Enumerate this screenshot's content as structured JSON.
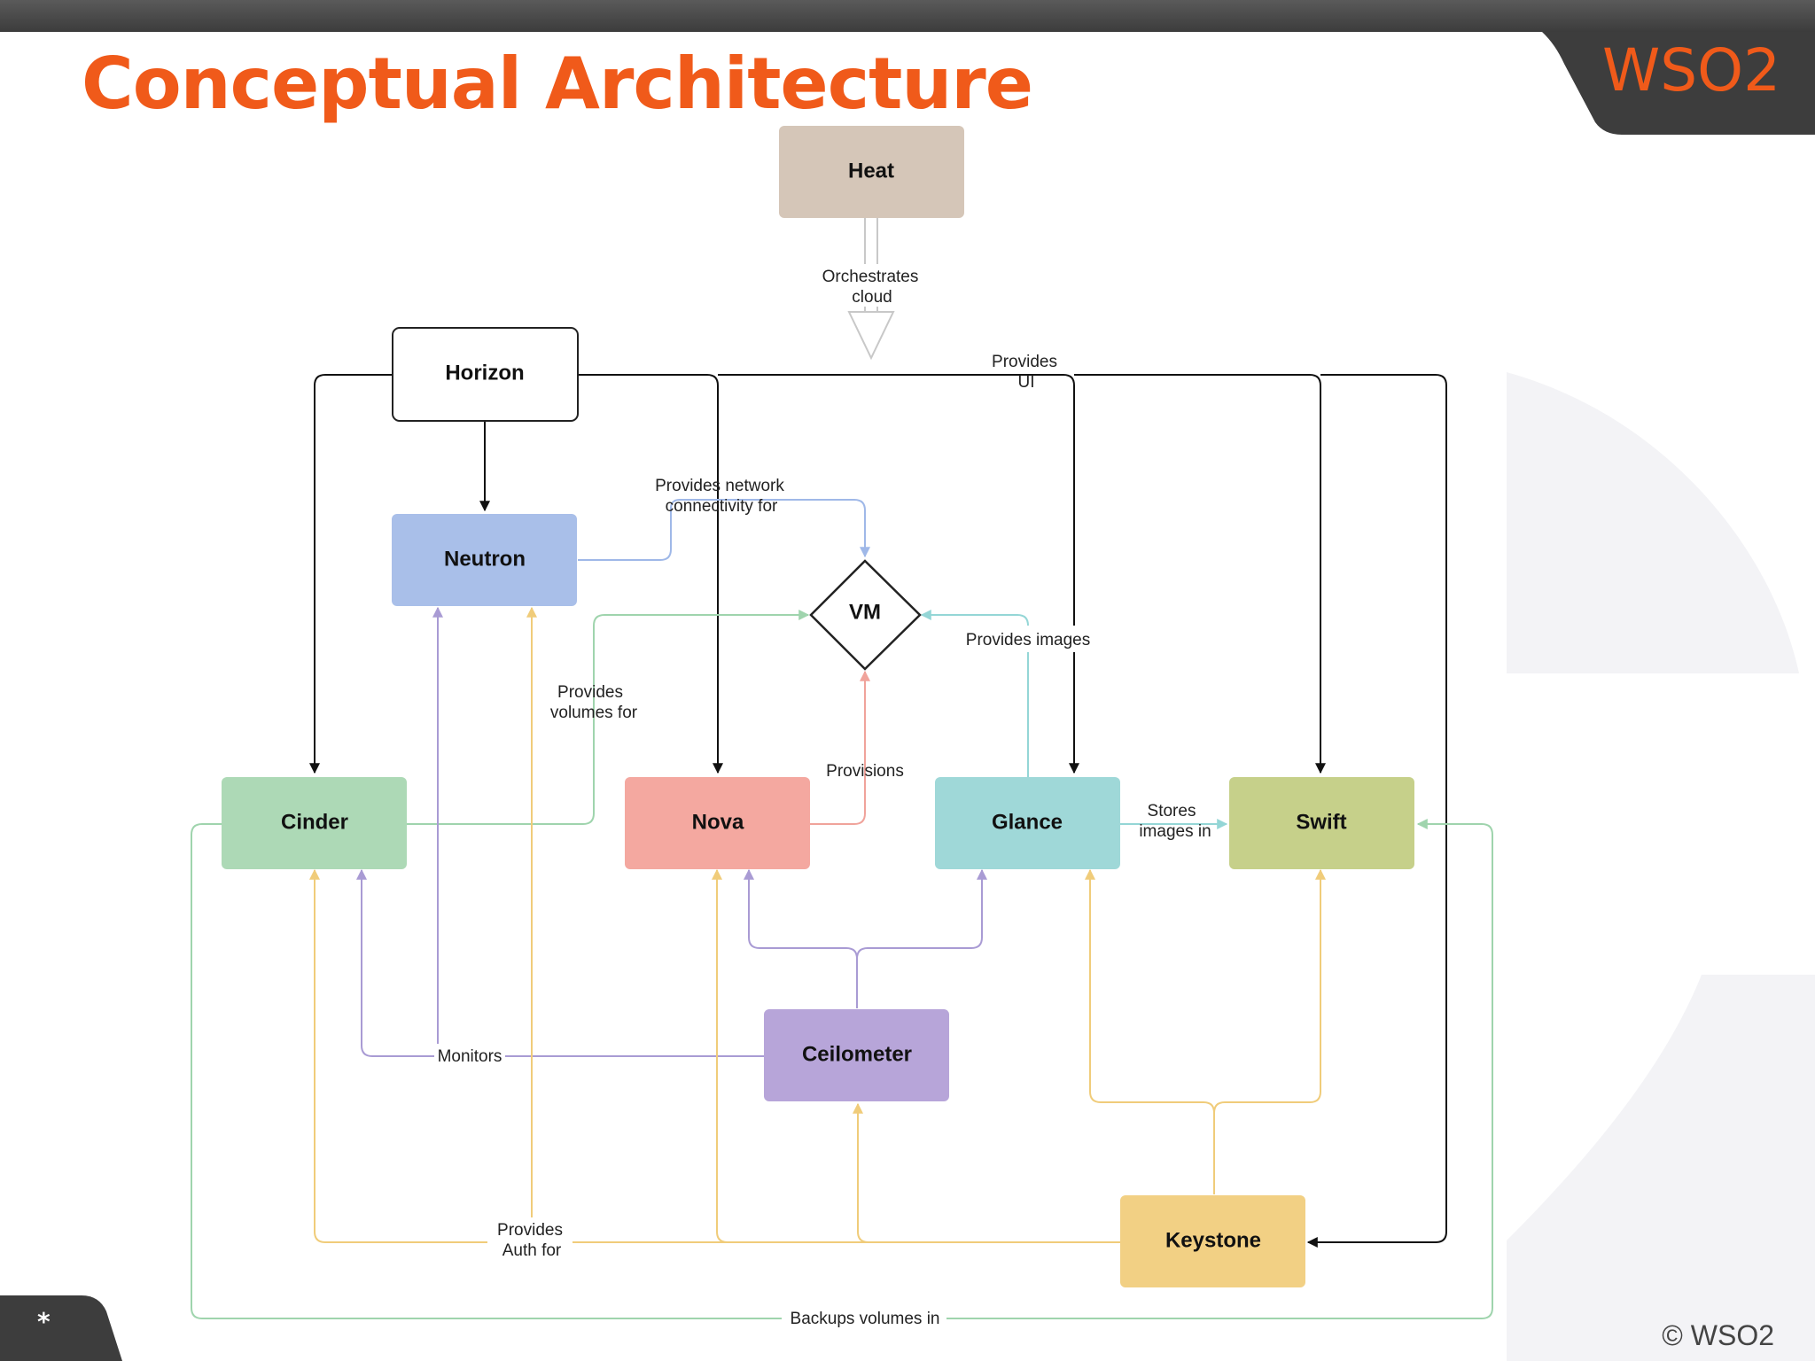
{
  "slide": {
    "title": "Conceptual Architecture",
    "brand_logo": "WSO2",
    "copyright": "© WSO2",
    "page_marker": "*"
  },
  "colors": {
    "title": "#f05a1a",
    "heat": "#d5c6b8",
    "horizon": "#ffffff",
    "neutron": "#a9bfe9",
    "cinder": "#add9b6",
    "nova": "#f4a8a0",
    "glance": "#9fd8d8",
    "swift": "#c6d08a",
    "ceilometer": "#b7a5d9",
    "keystone": "#f2d084"
  },
  "diagram": {
    "nodes": {
      "heat": "Heat",
      "horizon": "Horizon",
      "neutron": "Neutron",
      "vm": "VM",
      "cinder": "Cinder",
      "nova": "Nova",
      "glance": "Glance",
      "swift": "Swift",
      "ceilometer": "Ceilometer",
      "keystone": "Keystone"
    },
    "edge_labels": {
      "orchestrates_1": "Orchestrates",
      "orchestrates_2": "cloud",
      "provides_ui_1": "Provides",
      "provides_ui_2": "UI",
      "network_1": "Provides network",
      "network_2": "connectivity for",
      "provides_images": "Provides images",
      "volumes_1": "Provides",
      "volumes_2": "volumes for",
      "provisions": "Provisions",
      "stores_1": "Stores",
      "stores_2": "images in",
      "monitors": "Monitors",
      "auth_1": "Provides",
      "auth_2": "Auth for",
      "backups": "Backups volumes in"
    }
  }
}
